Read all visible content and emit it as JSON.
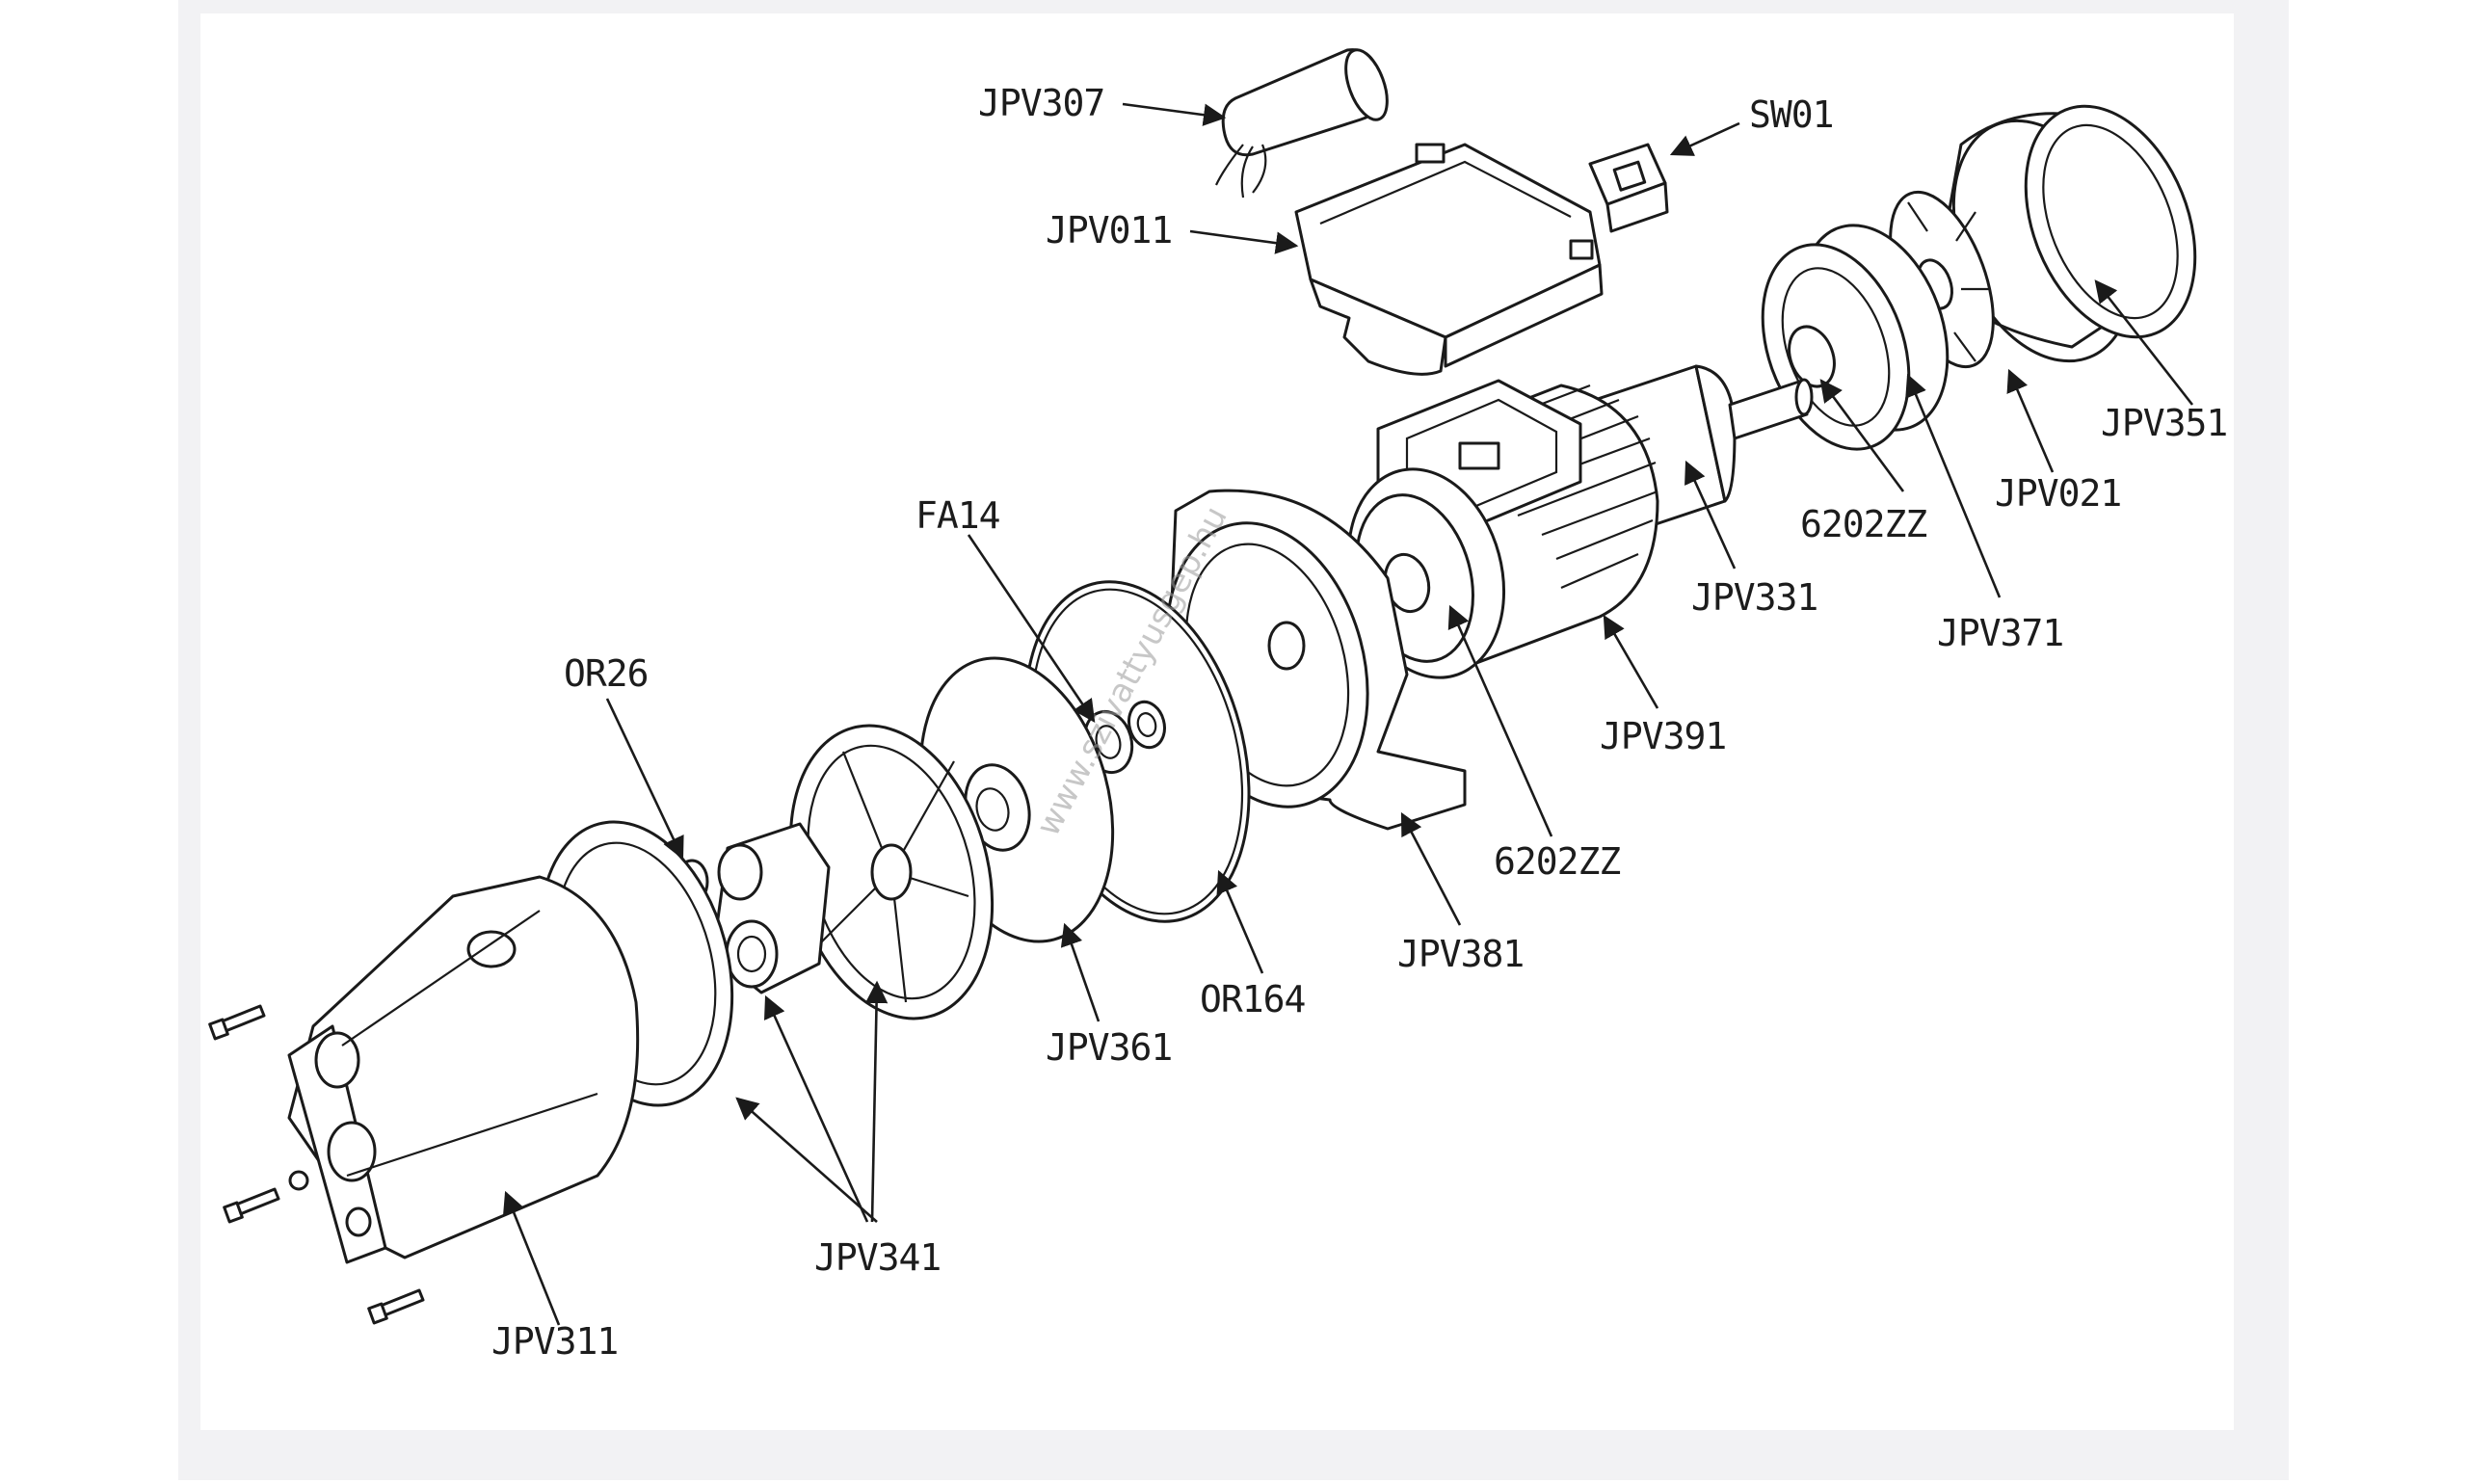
{
  "colors": {
    "frame": "#f2f2f4",
    "paper": "#ffffff",
    "ink": "#1a1a1a"
  },
  "watermark": "www.szivattyusgep.hu",
  "labels": {
    "jpv307": "JPV307",
    "sw01": "SW01",
    "jpv011": "JPV011",
    "jpv351": "JPV351",
    "jpv021": "JPV021",
    "b6202zz_top": "6202ZZ",
    "jpv331": "JPV331",
    "jpv371": "JPV371",
    "fa14": "FA14",
    "jpv391": "JPV391",
    "or26": "OR26",
    "b6202zz_mid": "6202ZZ",
    "jpv381": "JPV381",
    "or164": "OR164",
    "jpv361": "JPV361",
    "jpv341": "JPV341",
    "jpv311": "JPV311"
  }
}
